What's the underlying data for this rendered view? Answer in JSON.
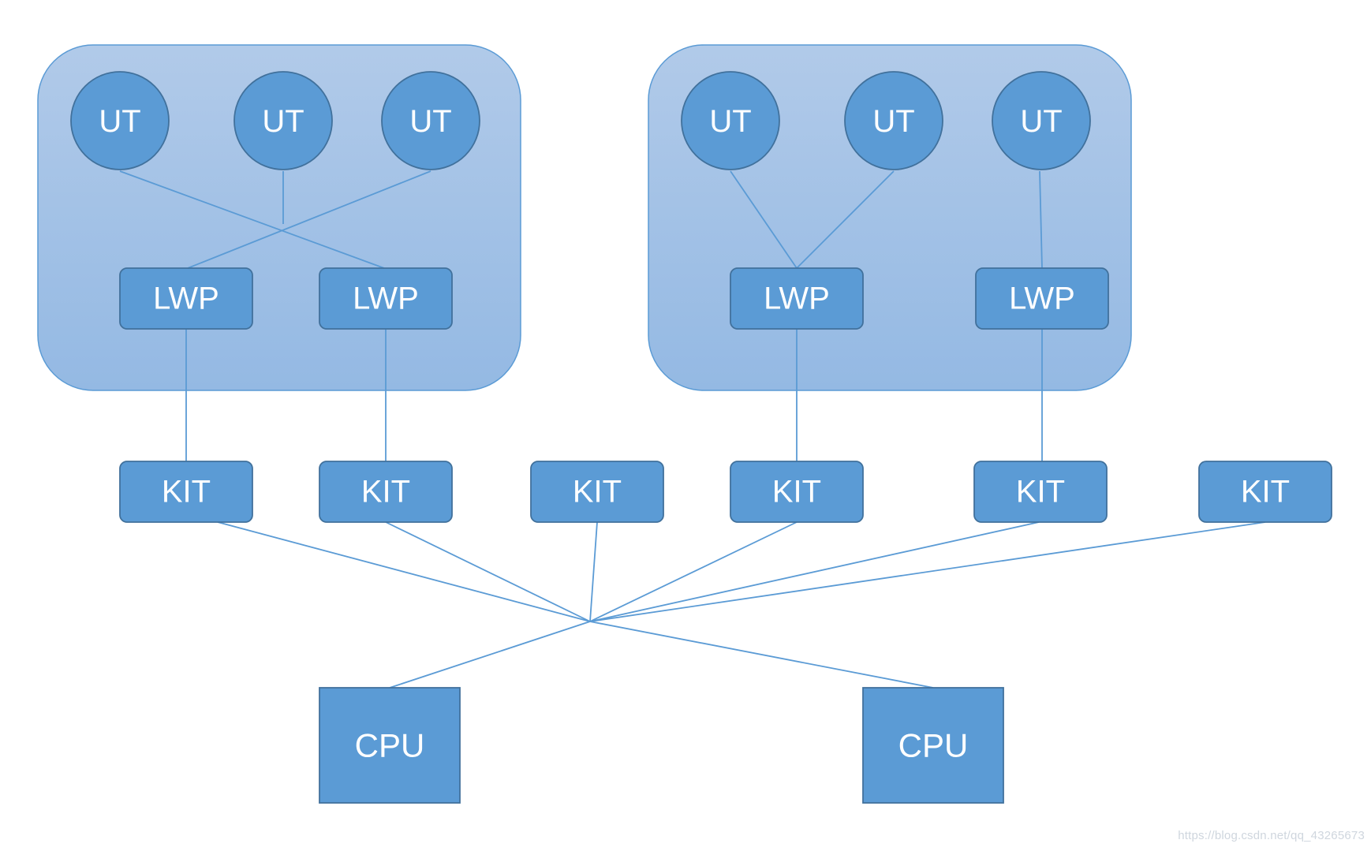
{
  "colors": {
    "node_fill": "#5b9bd5",
    "node_stroke": "#41719c",
    "process_top": "#b1cae9",
    "process_bottom": "#94b9e3",
    "line": "#5b9bd5",
    "text": "#ffffff"
  },
  "processes": [
    {
      "id": "p1",
      "user_threads": [
        {
          "id": "p1u1",
          "label": "UT"
        },
        {
          "id": "p1u2",
          "label": "UT"
        },
        {
          "id": "p1u3",
          "label": "UT"
        }
      ],
      "lwps": [
        {
          "id": "p1l1",
          "label": "LWP"
        },
        {
          "id": "p1l2",
          "label": "LWP"
        }
      ]
    },
    {
      "id": "p2",
      "user_threads": [
        {
          "id": "p2u1",
          "label": "UT"
        },
        {
          "id": "p2u2",
          "label": "UT"
        },
        {
          "id": "p2u3",
          "label": "UT"
        }
      ],
      "lwps": [
        {
          "id": "p2l1",
          "label": "LWP"
        },
        {
          "id": "p2l2",
          "label": "LWP"
        }
      ]
    }
  ],
  "kernel_threads": [
    {
      "id": "k1",
      "label": "KIT"
    },
    {
      "id": "k2",
      "label": "KIT"
    },
    {
      "id": "k3",
      "label": "KIT"
    },
    {
      "id": "k4",
      "label": "KIT"
    },
    {
      "id": "k5",
      "label": "KIT"
    },
    {
      "id": "k6",
      "label": "KIT"
    }
  ],
  "cpus": [
    {
      "id": "c1",
      "label": "CPU"
    },
    {
      "id": "c2",
      "label": "CPU"
    }
  ],
  "watermark": "https://blog.csdn.net/qq_43265673"
}
